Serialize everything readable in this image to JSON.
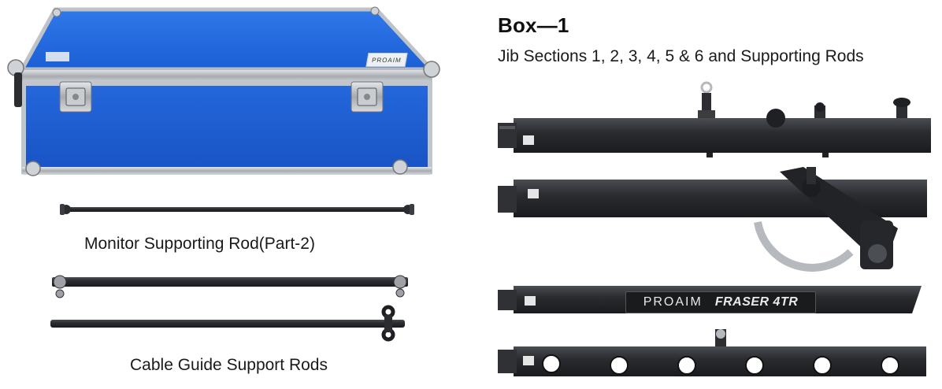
{
  "header": {
    "title": "Box—1",
    "subtitle": "Jib Sections 1, 2, 3, 4, 5 & 6 and Supporting Rods"
  },
  "captions": {
    "monitor_rod": "Monitor Supporting Rod(Part-2)",
    "cable_rods": "Cable Guide Support Rods"
  },
  "case": {
    "label": "PROAIM",
    "color": "#1f5fd6"
  },
  "brand_plate": {
    "brand": "PROAIM",
    "model": "FRASER 4TR"
  },
  "section_numbers": [
    "1",
    "2",
    "3",
    "4"
  ]
}
